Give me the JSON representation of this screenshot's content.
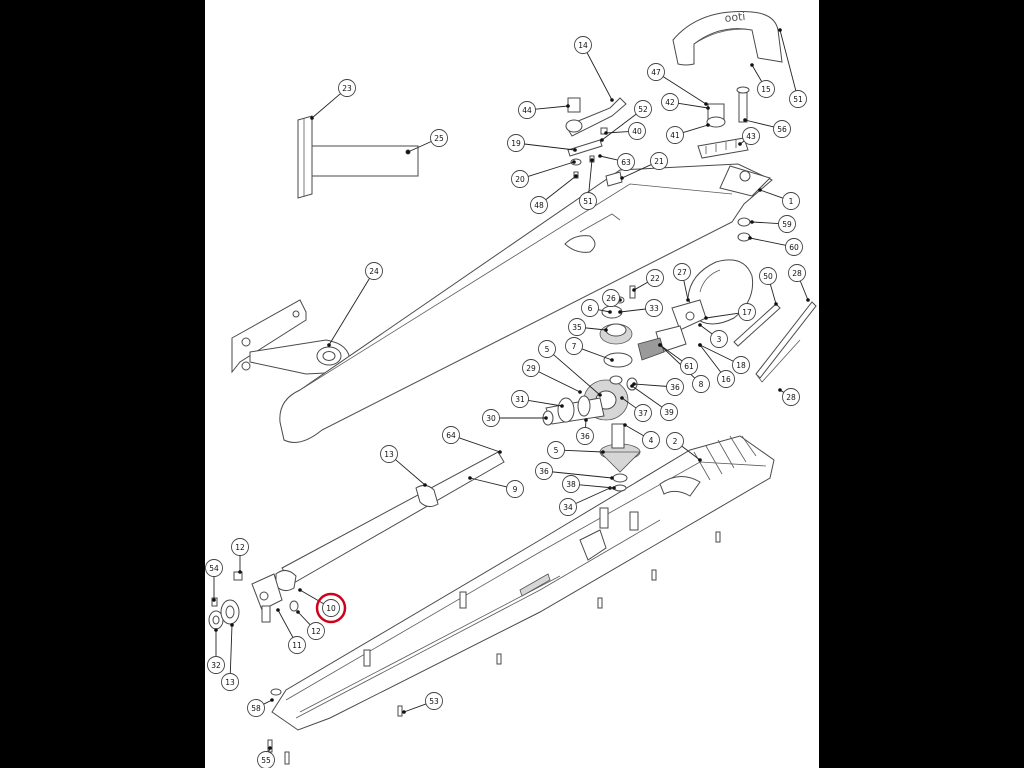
{
  "callouts": [
    {
      "label": "1"
    },
    {
      "label": "2"
    },
    {
      "label": "3"
    },
    {
      "label": "4"
    },
    {
      "label": "5"
    },
    {
      "label": "5"
    },
    {
      "label": "6"
    },
    {
      "label": "7"
    },
    {
      "label": "8"
    },
    {
      "label": "9"
    },
    {
      "label": "10"
    },
    {
      "label": "11"
    },
    {
      "label": "12"
    },
    {
      "label": "12"
    },
    {
      "label": "13"
    },
    {
      "label": "13"
    },
    {
      "label": "14"
    },
    {
      "label": "15"
    },
    {
      "label": "16"
    },
    {
      "label": "17"
    },
    {
      "label": "18"
    },
    {
      "label": "19"
    },
    {
      "label": "20"
    },
    {
      "label": "21"
    },
    {
      "label": "22"
    },
    {
      "label": "23"
    },
    {
      "label": "24"
    },
    {
      "label": "25"
    },
    {
      "label": "26"
    },
    {
      "label": "27"
    },
    {
      "label": "28"
    },
    {
      "label": "28"
    },
    {
      "label": "29"
    },
    {
      "label": "30"
    },
    {
      "label": "31"
    },
    {
      "label": "32"
    },
    {
      "label": "33"
    },
    {
      "label": "34"
    },
    {
      "label": "35"
    },
    {
      "label": "36"
    },
    {
      "label": "36"
    },
    {
      "label": "36"
    },
    {
      "label": "37"
    },
    {
      "label": "38"
    },
    {
      "label": "39"
    },
    {
      "label": "40"
    },
    {
      "label": "41"
    },
    {
      "label": "42"
    },
    {
      "label": "43"
    },
    {
      "label": "44"
    },
    {
      "label": "47"
    },
    {
      "label": "48"
    },
    {
      "label": "50"
    },
    {
      "label": "51"
    },
    {
      "label": "51"
    },
    {
      "label": "52"
    },
    {
      "label": "53"
    },
    {
      "label": "54"
    },
    {
      "label": "55"
    },
    {
      "label": "56"
    },
    {
      "label": "58"
    },
    {
      "label": "59"
    },
    {
      "label": "60"
    },
    {
      "label": "61"
    },
    {
      "label": "63"
    },
    {
      "label": "64"
    }
  ],
  "highlight": {
    "label": "10",
    "color": "#d0021b"
  },
  "colors": {
    "background": "#000000",
    "sheet": "#ffffff",
    "line": "#4a4a4a"
  }
}
